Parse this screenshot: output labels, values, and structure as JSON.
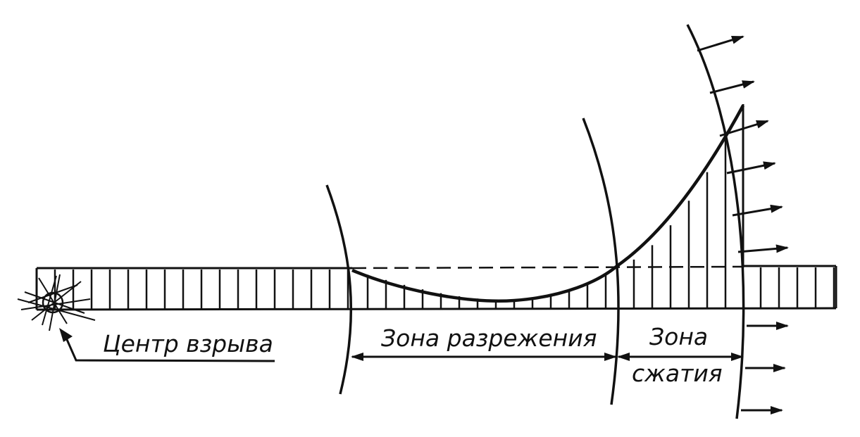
{
  "labels": {
    "explosion_center": "Центр взрыва",
    "rarefaction_zone": "Зона разрежения",
    "compression_zone_line1": "Зона",
    "compression_zone_line2": "сжатия"
  },
  "colors": {
    "ink": "#111111",
    "paper": "#ffffff"
  }
}
